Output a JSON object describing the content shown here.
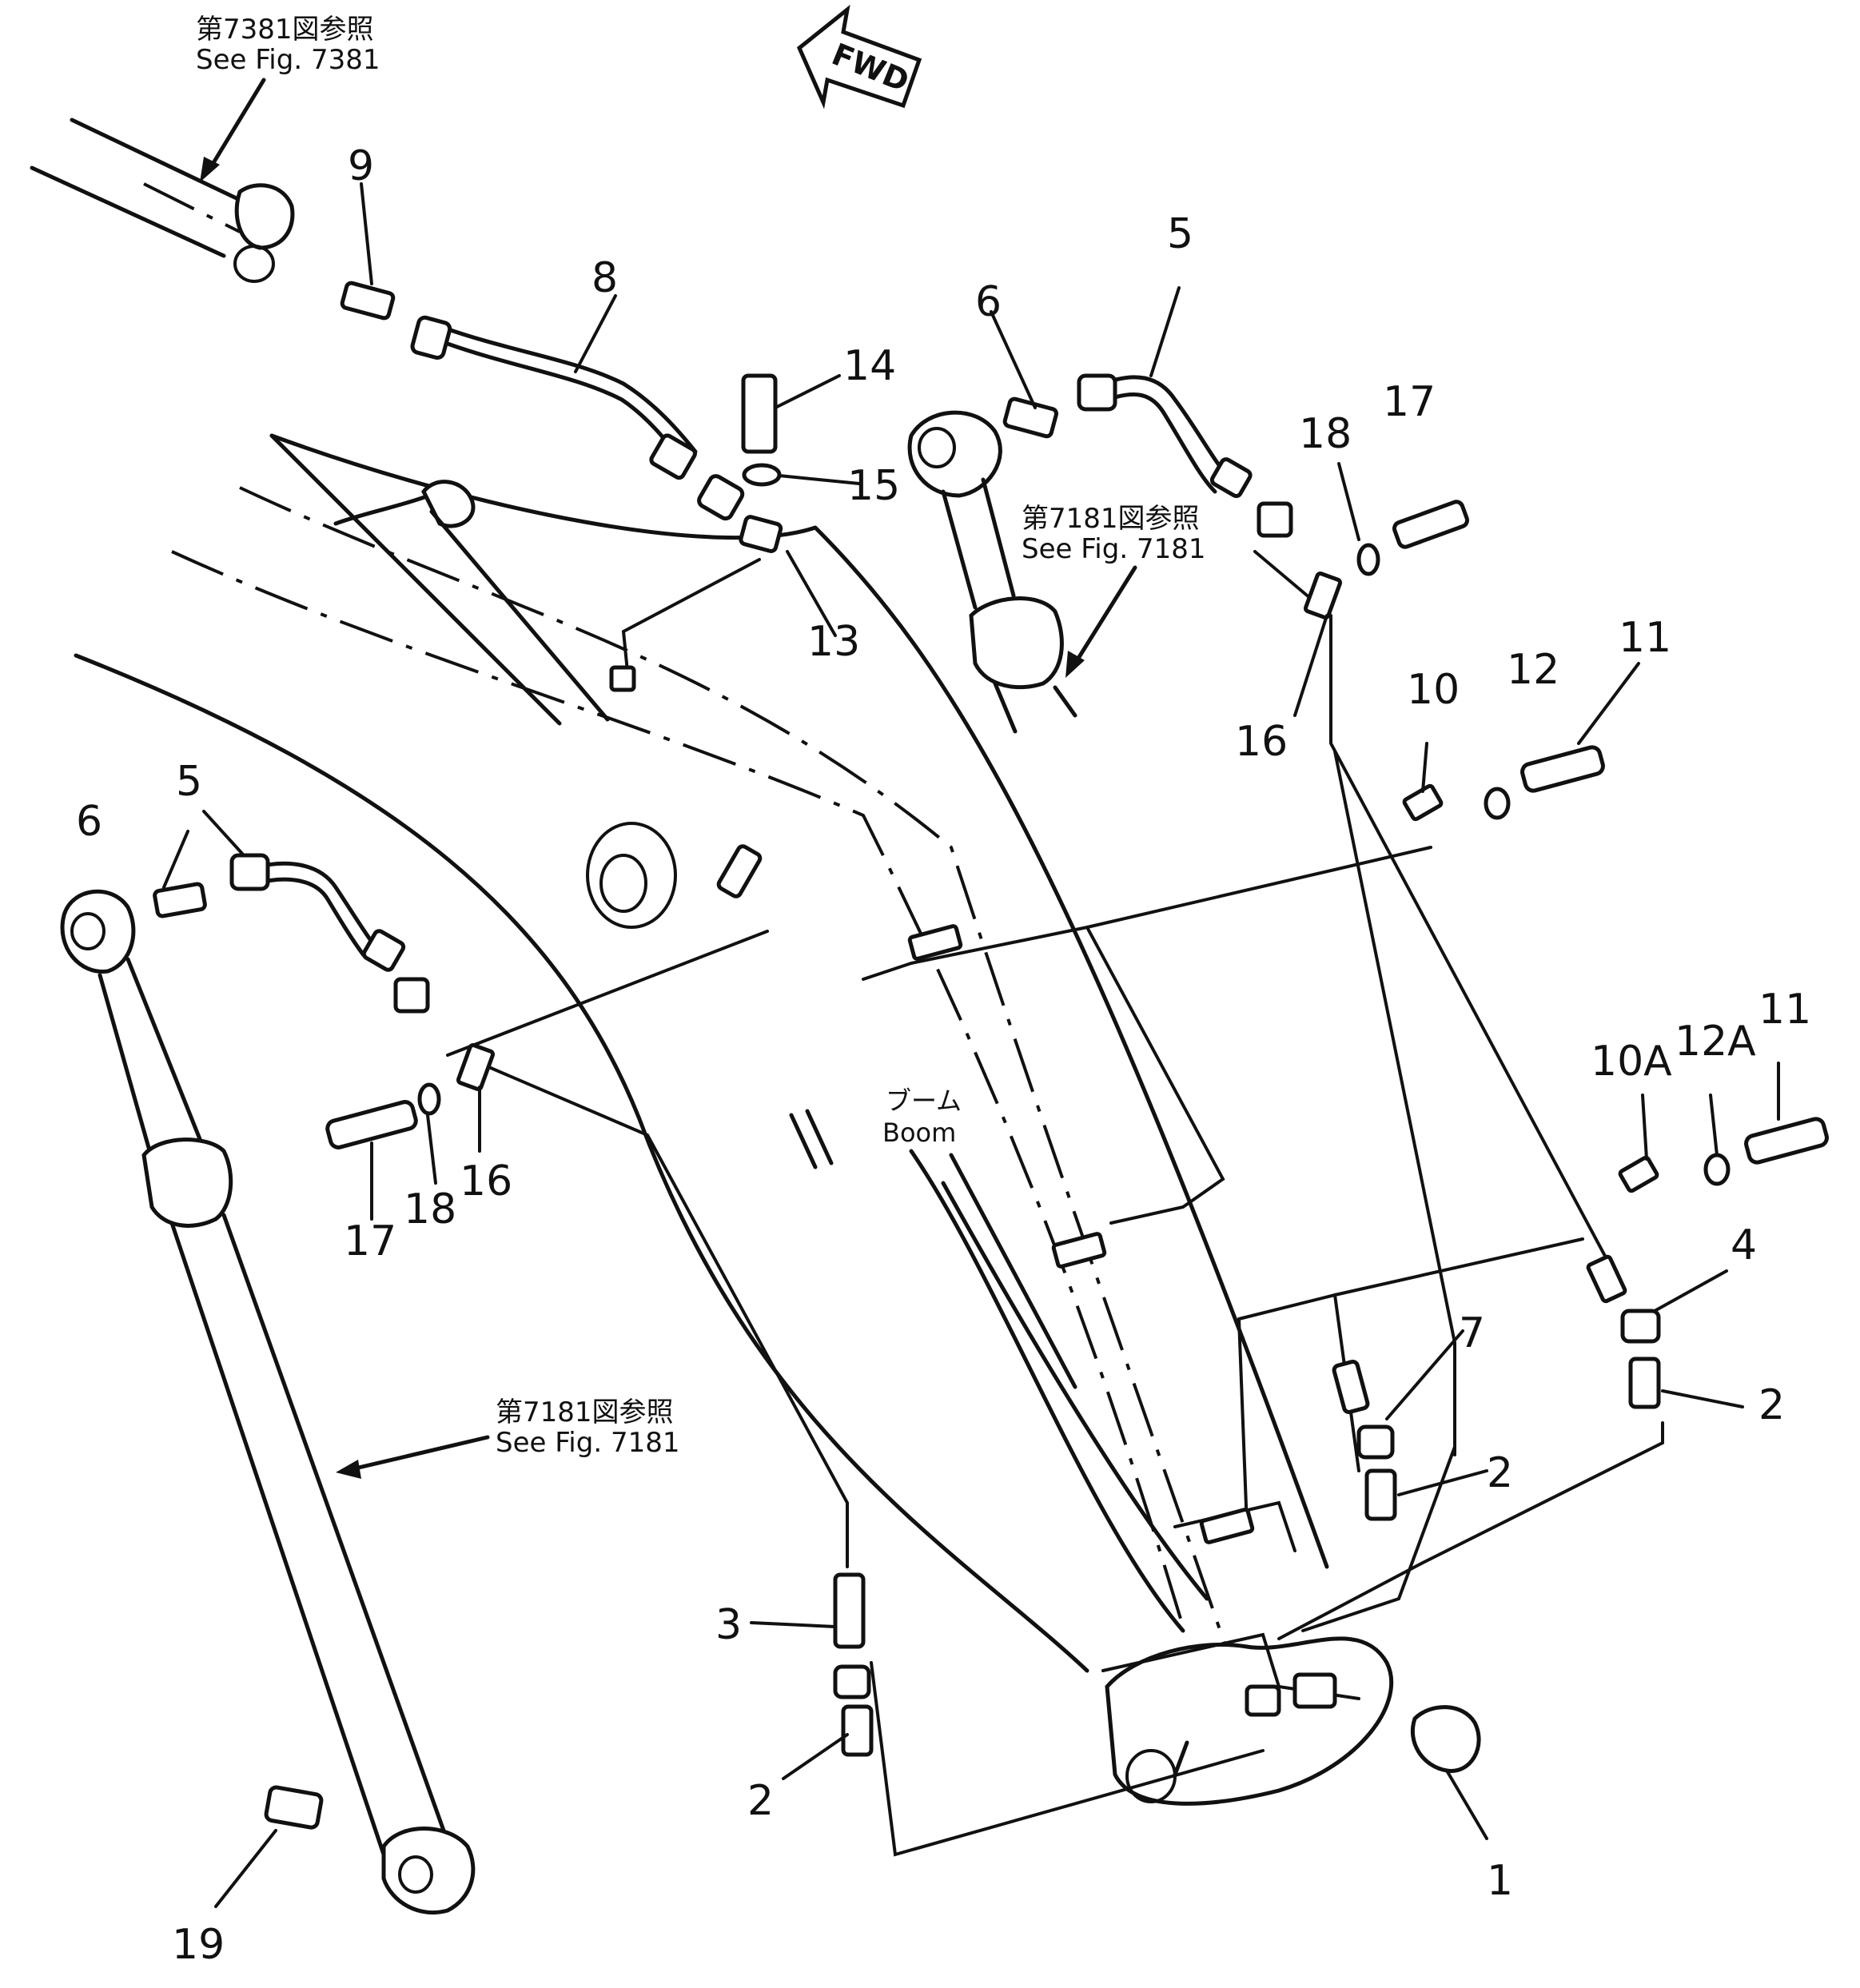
{
  "fwd_label": "FWD",
  "boom": {
    "jp": "ブーム",
    "en": "Boom"
  },
  "refs": {
    "fig7381_jp": "第7381図参照",
    "fig7381_en": "See Fig. 7381",
    "fig7181a_jp": "第7181図参照",
    "fig7181a_en": "See Fig. 7181",
    "fig7181b_jp": "第7181図参照",
    "fig7181b_en": "See Fig. 7181"
  },
  "callouts": {
    "c1": "1",
    "c2a": "2",
    "c2b": "2",
    "c2c": "2",
    "c3": "3",
    "c4": "4",
    "c5a": "5",
    "c5b": "5",
    "c6a": "6",
    "c6b": "6",
    "c7": "7",
    "c8": "8",
    "c9": "9",
    "c10": "10",
    "c10a": "10A",
    "c11a": "11",
    "c11b": "11",
    "c12": "12",
    "c12a": "12A",
    "c13": "13",
    "c14": "14",
    "c15": "15",
    "c16a": "16",
    "c16b": "16",
    "c17a": "17",
    "c17b": "17",
    "c18a": "18",
    "c18b": "18",
    "c19": "19"
  }
}
